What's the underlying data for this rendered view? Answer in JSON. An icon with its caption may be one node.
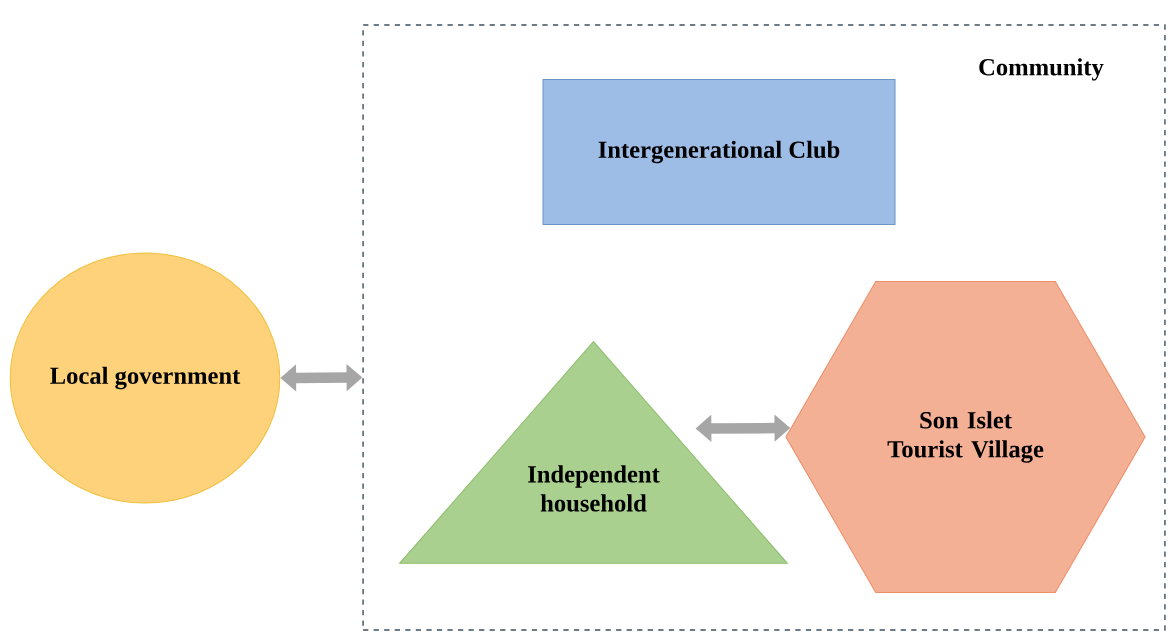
{
  "diagram": {
    "nodes": [
      {
        "text": [
          "Community"
        ]
      },
      {
        "text": [
          "Intergenerational Club"
        ],
        "in": 0
      },
      {
        "text": [
          "Local government"
        ]
      },
      {
        "text": [
          "Independent household"
        ],
        "in": 0
      },
      {
        "text": [
          "Son Islet Tourist Village"
        ],
        "in": 0
      }
    ],
    "edges": [
      {
        "from": 2,
        "to": 0,
        "arrow": "both"
      },
      {
        "from": 3,
        "to": 4,
        "arrow": "both"
      }
    ]
  }
}
